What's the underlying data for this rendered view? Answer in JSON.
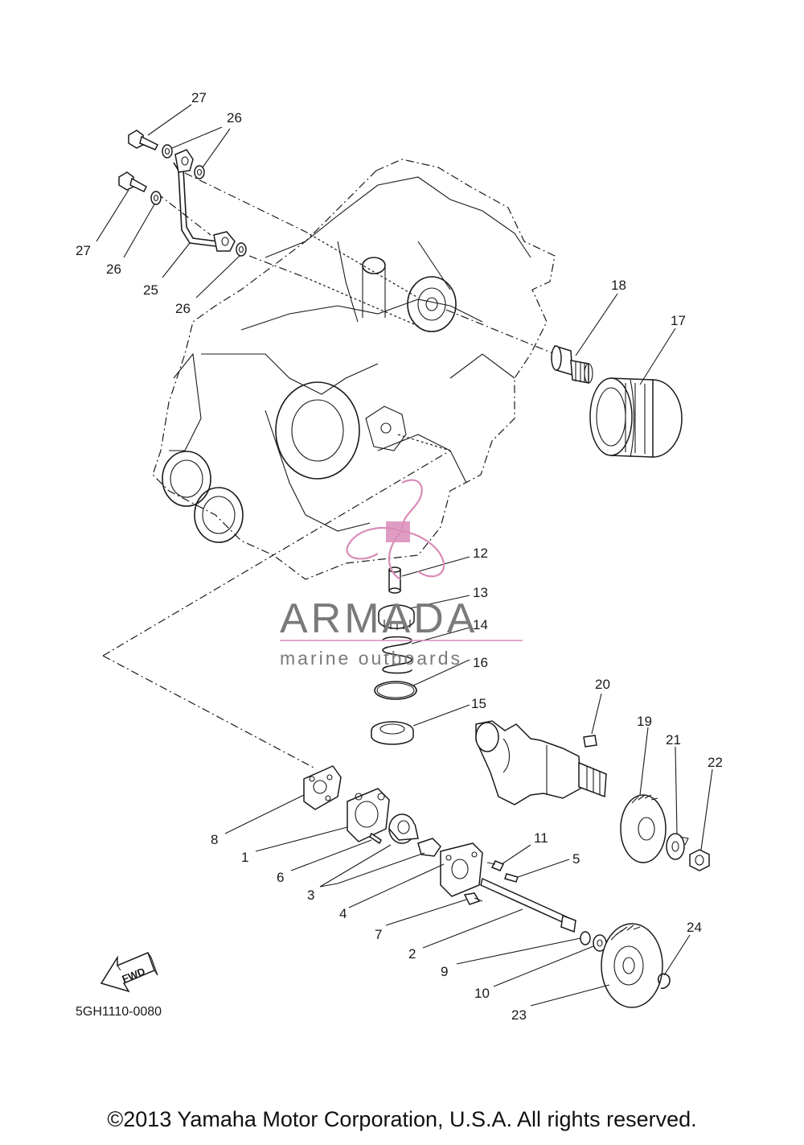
{
  "diagram": {
    "code": "5GH1110-0080",
    "fwd_label": "FWD",
    "copyright": "©2013 Yamaha Motor Corporation, U.S.A. All rights reserved.",
    "watermark": {
      "brand": "ARMADA",
      "tagline": "marine outboards",
      "color": "#d98cb8"
    },
    "labels": {
      "p1": "1",
      "p2": "2",
      "p3": "3",
      "p4": "4",
      "p5": "5",
      "p6": "6",
      "p7": "7",
      "p8": "8",
      "p9": "9",
      "p10": "10",
      "p11": "11",
      "p12": "12",
      "p13": "13",
      "p14": "14",
      "p15": "15",
      "p16": "16",
      "p17": "17",
      "p18": "18",
      "p19": "19",
      "p20": "20",
      "p21": "21",
      "p22": "22",
      "p23": "23",
      "p24": "24",
      "p25": "25",
      "p26a": "26",
      "p26b": "26",
      "p26c": "26",
      "p27a": "27",
      "p27b": "27"
    }
  }
}
